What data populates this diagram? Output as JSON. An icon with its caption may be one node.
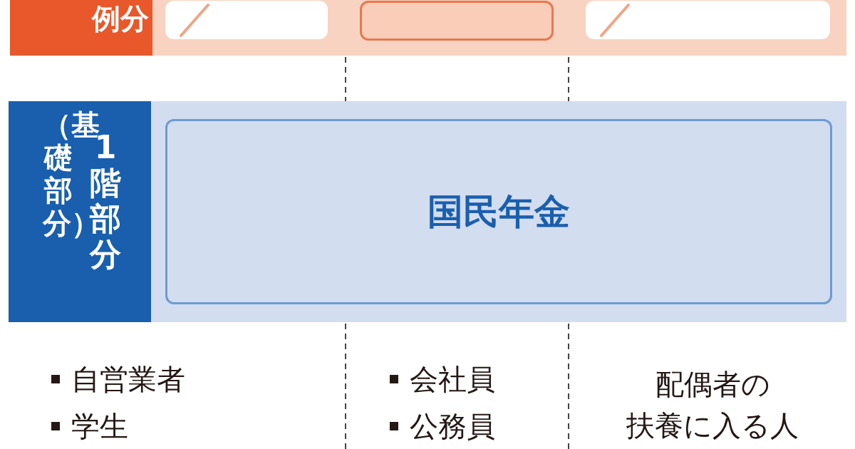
{
  "diagram": {
    "nodes": [
      {
        "text": [
          "例分"
        ]
      },
      {
        "text": [],
        "shape": "box",
        "in": 0
      },
      {
        "text": [],
        "shape": "box",
        "in": 0
      },
      {
        "text": [],
        "shape": "box",
        "in": 0
      },
      {
        "text": [
          "1階部分",
          "（基礎部分）"
        ]
      },
      {
        "text": [
          "国民年金"
        ],
        "in": 4
      }
    ],
    "labels": [
      "自営業者",
      "学生",
      "会社員",
      "公務員",
      "配偶者の扶養に入る人"
    ]
  }
}
